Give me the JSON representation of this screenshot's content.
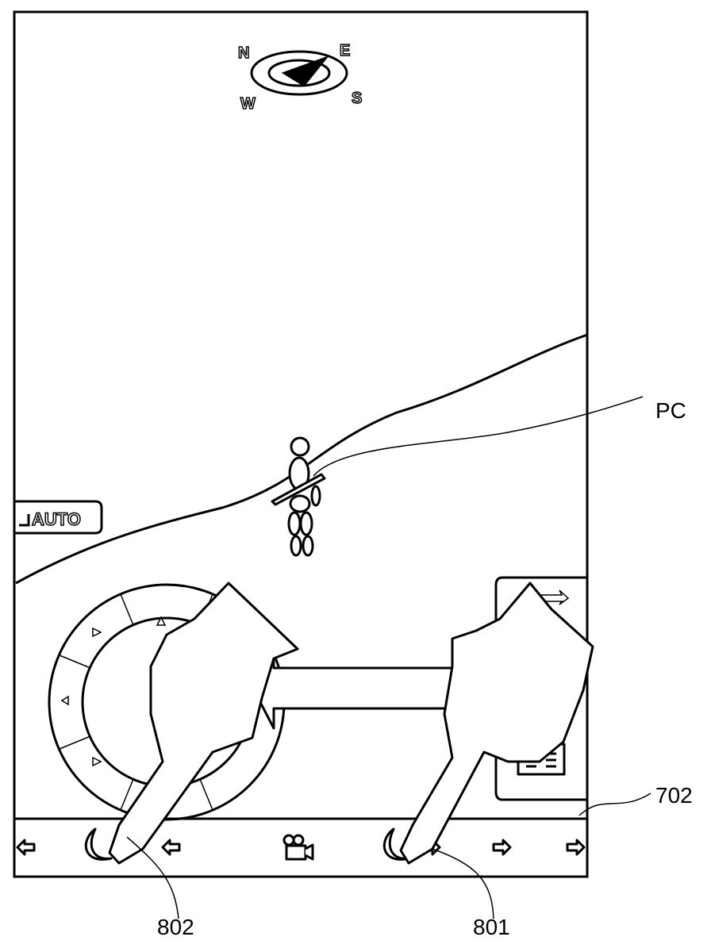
{
  "compass": {
    "north": "N",
    "east": "E",
    "west": "W",
    "south": "S"
  },
  "auto_button": {
    "label": "AUTO"
  },
  "annotations": {
    "player_character": "PC",
    "menu_bar": "702",
    "touch_first": "801",
    "touch_second": "802"
  },
  "bottom_bar": {
    "icons": [
      "arrow-left-icon",
      "crescent-icon",
      "arrow-left-icon",
      "camera-icon",
      "crescent-icon",
      "arrow-right-icon",
      "arrow-right-icon",
      "arrow-right-icon"
    ]
  },
  "gesture": {
    "direction": "left"
  }
}
